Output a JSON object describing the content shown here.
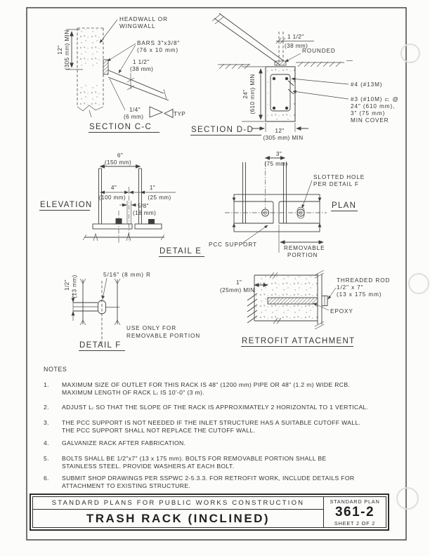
{
  "colors": {
    "line": "#404040",
    "text": "#373737",
    "border": "#2d2d2d",
    "paper": "#fcfcfb"
  },
  "section_cc": {
    "title": "SECTION C-C",
    "headwall_1": "HEADWALL OR",
    "headwall_2": "WINGWALL",
    "dim_height_1": "12\"",
    "dim_height_2": "(305 mm) MIN",
    "bars_1": "BARS 3\"x3/8\"",
    "bars_2": "(76 x 10 mm)",
    "dim_gap_1": "1 1/2\"",
    "dim_gap_2": "(38 mm)",
    "weld_1": "1/4\"",
    "weld_2": "(6 mm)",
    "weld_typ": "TYP"
  },
  "section_dd": {
    "title": "SECTION D-D",
    "dim_top_1": "1 1/2\"",
    "dim_top_2": "(38 mm)",
    "rounded": "ROUNDED",
    "dim_height_1": "24\"",
    "dim_height_2": "(610 mm) MIN",
    "rebar4": "#4 (#13M)",
    "rebar3_1": "#3 (#10M) ⊏ @",
    "rebar3_2": "24\" (610 mm),",
    "rebar3_3": "3\" (75 mm)",
    "rebar3_4": "MIN COVER",
    "dim_width_1": "12\"",
    "dim_width_2": "(305 mm) MIN"
  },
  "elevation": {
    "title": "ELEVATION"
  },
  "detail_e": {
    "title": "DETAIL E",
    "dim_width_1": "6\"",
    "dim_width_2": "(150 mm)",
    "dim_a_1": "4\"",
    "dim_a_2": "(100 mm)",
    "dim_b_1": "1\"",
    "dim_b_2": "(25 mm)",
    "dim_slot_1": "5/8\"",
    "dim_slot_2": "(16 mm)"
  },
  "plan": {
    "title": "PLAN",
    "dim_1": "3\"",
    "dim_2": "(75 mm)",
    "slotted_1": "SLOTTED HOLE",
    "slotted_2": "PER DETAIL F",
    "pcc_support": "PCC SUPPORT",
    "removable_1": "REMOVABLE",
    "removable_2": "PORTION"
  },
  "detail_f": {
    "title": "DETAIL F",
    "dim_1": "1/2\"",
    "dim_2": "(13 mm)",
    "radius": "5/16\" (8 mm) R",
    "use_1": "USE ONLY FOR",
    "use_2": "REMOVABLE PORTION"
  },
  "retrofit": {
    "title": "RETROFIT ATTACHMENT",
    "embed_1": "1\"",
    "embed_2": "(25mm) MIN",
    "rod_1": "THREADED ROD",
    "rod_2": "1/2\" x 7\"",
    "rod_3": "(13 x 175 mm)",
    "epoxy": "EPOXY"
  },
  "notes": {
    "heading": "NOTES",
    "items": [
      {
        "num": "1.",
        "lines": [
          "MAXIMUM SIZE OF OUTLET FOR THIS RACK IS 48\" (1200 mm) PIPE OR 48\" (1.2 m) WIDE RCB.",
          "MAXIMUM LENGTH OF RACK Lᵣ IS 10'-0\" (3 m)."
        ]
      },
      {
        "num": "2.",
        "lines": [
          "ADJUST Lᵣ SO THAT THE SLOPE OF THE RACK IS APPROXIMATELY 2 HORIZONTAL TO 1 VERTICAL.",
          ""
        ]
      },
      {
        "num": "3.",
        "lines": [
          "THE PCC SUPPORT IS NOT NEEDED IF THE INLET STRUCTURE HAS A SUITABLE CUTOFF WALL.",
          "THE PCC SUPPORT SHALL NOT REPLACE THE CUTOFF WALL."
        ]
      },
      {
        "num": "4.",
        "lines": [
          "GALVANIZE RACK AFTER FABRICATION.",
          ""
        ]
      },
      {
        "num": "5.",
        "lines": [
          "BOLTS SHALL BE 1/2\"x7\" (13 x 175 mm).  BOLTS FOR REMOVABLE PORTION SHALL BE",
          "STAINLESS STEEL.  PROVIDE WASHERS AT EACH BOLT."
        ]
      },
      {
        "num": "6.",
        "lines": [
          "SUBMIT SHOP DRAWINGS PER SSPWC 2-5.3.3.  FOR RETROFIT WORK, INCLUDE DETAILS FOR",
          "ATTACHMENT TO EXISTING STRUCTURE."
        ]
      }
    ]
  },
  "title_block": {
    "org_line": "STANDARD PLANS FOR PUBLIC WORKS CONSTRUCTION",
    "sheet_title": "TRASH RACK (INCLINED)",
    "plan_label": "STANDARD PLAN",
    "plan_number": "361-2",
    "sheet_label": "SHEET 2 OF 2"
  }
}
